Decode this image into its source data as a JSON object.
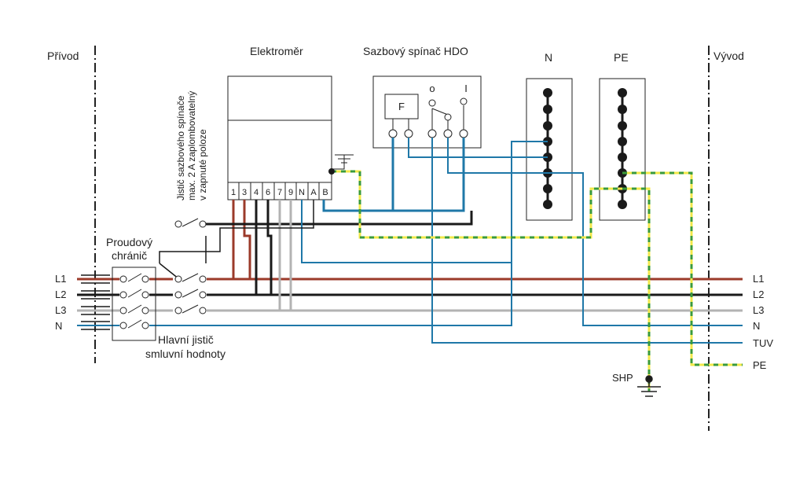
{
  "sections": {
    "left": "Přívod",
    "right": "Vývod"
  },
  "meter": {
    "title": "Elektroměr",
    "terminals": [
      "1",
      "3",
      "4",
      "6",
      "7",
      "9",
      "N",
      "A",
      "B"
    ]
  },
  "hdo": {
    "title": "Sazbový spínač HDO",
    "fuse": "F",
    "state_off": "o",
    "state_on": "I"
  },
  "hdo_breaker_note": [
    "Jistič sazbového spínače",
    "max. 2 A zaplombovatelný",
    "v zapnuté poloze"
  ],
  "bars": {
    "n": "N",
    "pe": "PE"
  },
  "rcd": [
    "Proudový",
    "chránič"
  ],
  "main_breaker": [
    "Hlavní jistič",
    "smluvní hodnoty"
  ],
  "inputs": [
    "L1",
    "L2",
    "L3",
    "N"
  ],
  "outputs": [
    "L1",
    "L2",
    "L3",
    "N",
    "TUV",
    "PE"
  ],
  "earth_label": "SHP",
  "colors": {
    "phase1": "#9b3a2a",
    "phase2": "#1a1a1a",
    "phase3": "#b3b3b3",
    "neutral": "#1f78a8",
    "pe_green": "#3a9a3a",
    "pe_yellow": "#f2e84a",
    "ink": "#222222"
  }
}
